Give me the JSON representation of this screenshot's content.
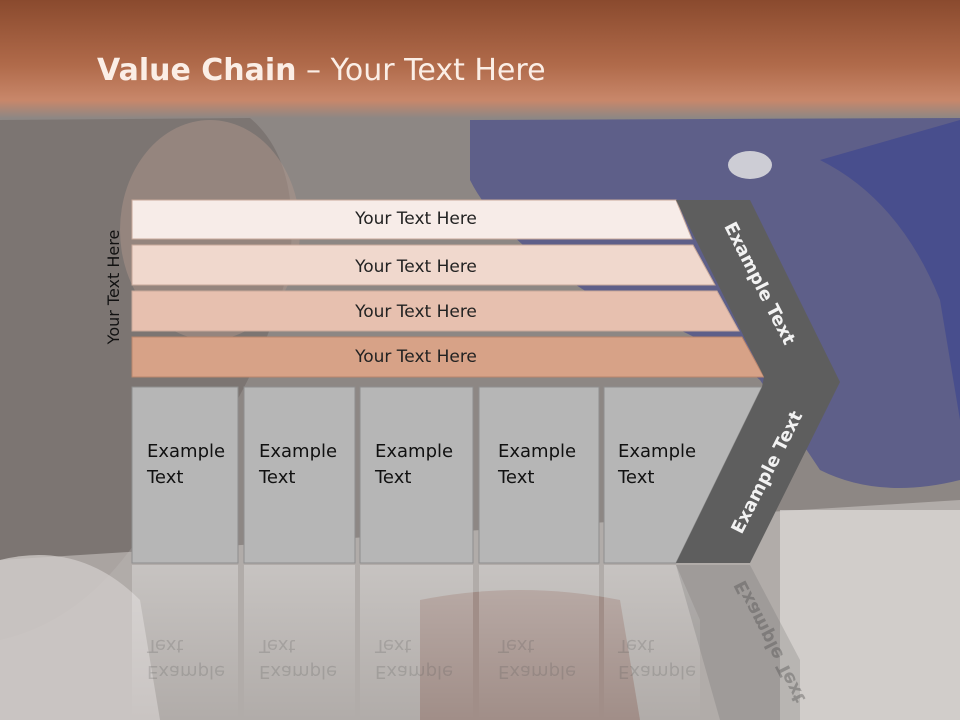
{
  "slide": {
    "title_bold": "Value Chain",
    "title_rest": " – Your Text Here",
    "side_label": "Your Text Here"
  },
  "rows": [
    {
      "label": "Your Text Here"
    },
    {
      "label": "Your Text Here"
    },
    {
      "label": "Your Text Here"
    },
    {
      "label": "Your Text Here"
    }
  ],
  "boxes": [
    {
      "line1": "Example",
      "line2": "Text"
    },
    {
      "line1": "Example",
      "line2": "Text"
    },
    {
      "line1": "Example",
      "line2": "Text"
    },
    {
      "line1": "Example",
      "line2": "Text"
    },
    {
      "line1": "Example",
      "line2": "Text"
    }
  ],
  "chevron": {
    "upper_label": "Example Text",
    "lower_label": "Example Text"
  },
  "colors": {
    "header": "#a65f40",
    "row1": "#f7ece8",
    "row2": "#f0d8cd",
    "row3": "#e7c0af",
    "row4": "#d7a287",
    "box": "#b6b6b6",
    "chevron": "#5e5e5e"
  }
}
